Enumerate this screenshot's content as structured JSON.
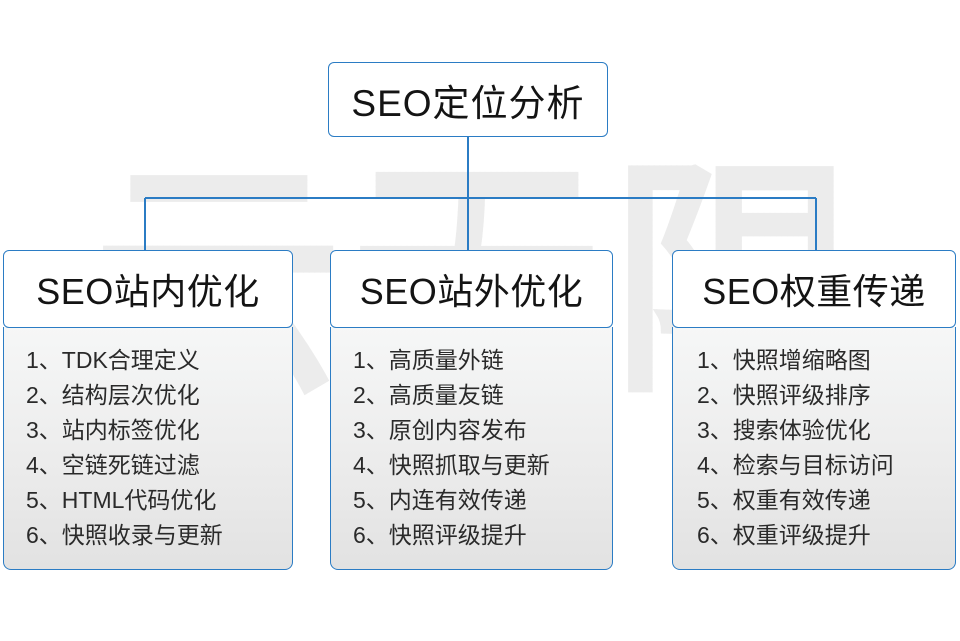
{
  "diagram": {
    "type": "org-chart",
    "watermark": {
      "text": "云无限",
      "mark": "R"
    },
    "accent_color": "#2b7cc4",
    "text_color": "#141414",
    "body_background": "#ececec",
    "root": {
      "label": "SEO定位分析"
    },
    "branches": [
      {
        "title": "SEO站内优化",
        "items": [
          "1、TDK合理定义",
          "2、结构层次优化",
          "3、站内标签优化",
          "4、空链死链过滤",
          "5、HTML代码优化",
          "6、快照收录与更新"
        ]
      },
      {
        "title": "SEO站外优化",
        "items": [
          "1、高质量外链",
          "2、高质量友链",
          "3、原创内容发布",
          "4、快照抓取与更新",
          "5、内连有效传递",
          "6、快照评级提升"
        ]
      },
      {
        "title": "SEO权重传递",
        "items": [
          "1、快照增缩略图",
          "2、快照评级排序",
          "3、搜索体验优化",
          "4、检索与目标访问",
          "5、权重有效传递",
          "6、权重评级提升"
        ]
      }
    ]
  }
}
